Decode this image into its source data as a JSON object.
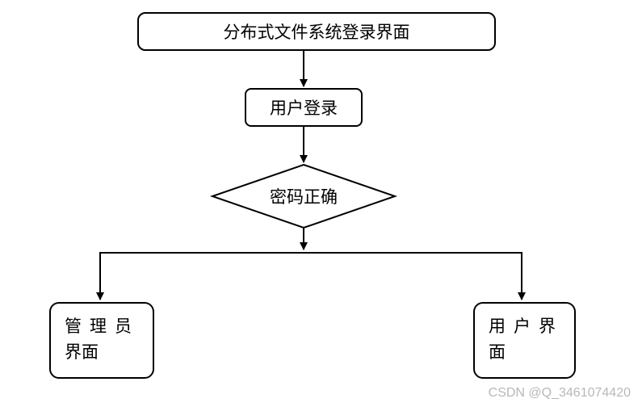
{
  "nodes": {
    "system_login_page": "分布式文件系统登录界面",
    "user_login": "用户登录",
    "password_correct": "密码正确",
    "admin_page_line1": "管理员",
    "admin_page_line2": "界面",
    "user_page_line1": "用户界",
    "user_page_line2": "面"
  },
  "colors": {
    "stroke": "#000000",
    "fill": "#ffffff",
    "watermark": "#b8b8b8"
  },
  "watermark": "CSDN @Q_3461074420"
}
